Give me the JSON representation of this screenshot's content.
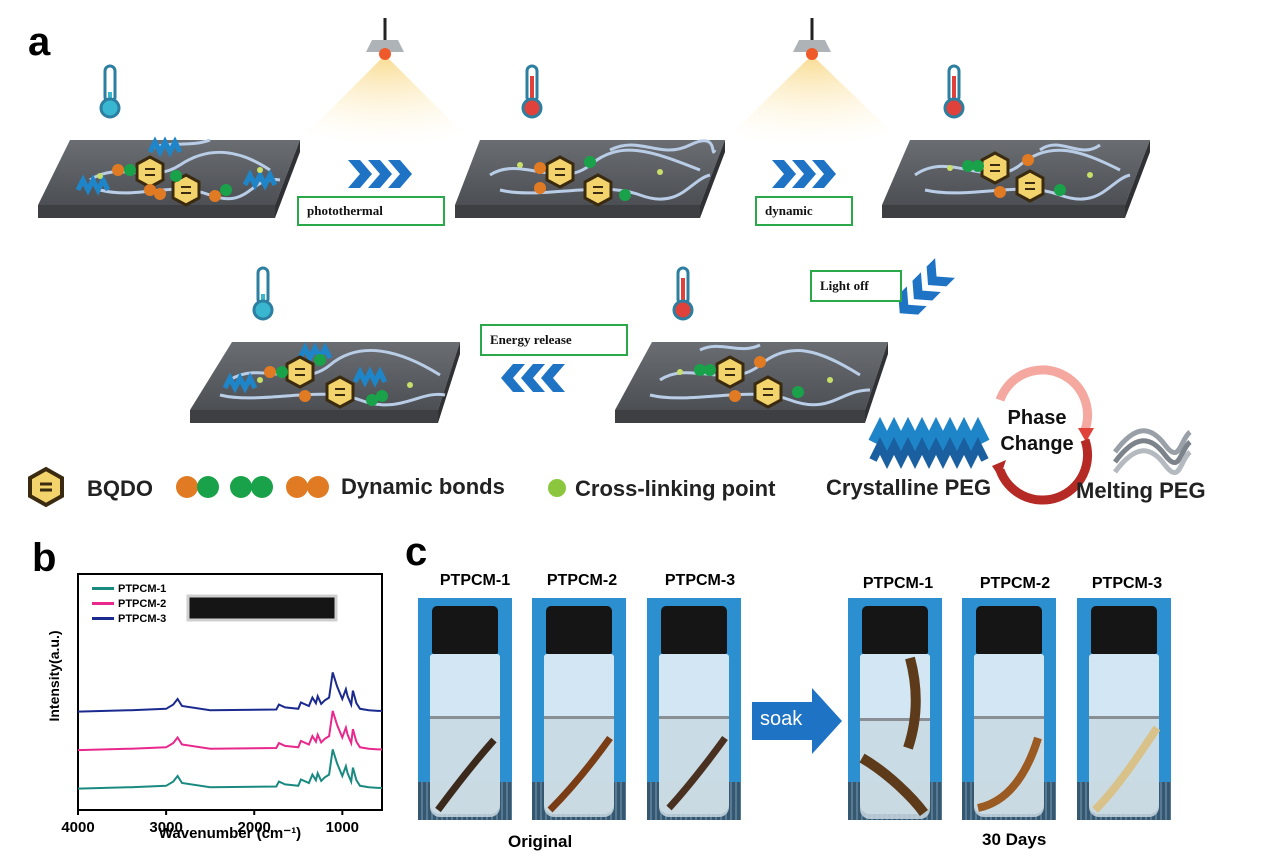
{
  "panels": {
    "a": "a",
    "b": "b",
    "c": "c"
  },
  "panel_a": {
    "steps": {
      "photothermal": "photothermal",
      "dynamic": "dynamic",
      "light_off": "Light off",
      "energy_release": "Energy release"
    },
    "legend": {
      "bqdo": "BQDO",
      "dynamic_bonds": "Dynamic bonds",
      "cross_linking": "Cross-linking point",
      "crystalline": "Crystalline PEG",
      "phase_change_1": "Phase",
      "phase_change_2": "Change",
      "melting": "Melting PEG"
    },
    "colors": {
      "slab": "#55585d",
      "chevron": "#1f73c4",
      "orange_bead": "#e07a23",
      "green_bead": "#1aa24a",
      "crosslink": "#c8e06a",
      "thermo_cold": "#3ab7d0",
      "thermo_hot": "#e0413a",
      "box_border": "#2aa84a"
    }
  },
  "chart_data": {
    "type": "line",
    "xlabel": "Wavenumber (cm⁻¹)",
    "ylabel": "Intensity(a.u.)",
    "xlim": [
      4000,
      550
    ],
    "x_reversed": true,
    "xticks": [
      "4000",
      "3000",
      "2000",
      "1000"
    ],
    "series": [
      {
        "name": "PTPCM-1",
        "color": "#1a8a80",
        "x": [
          4000,
          3400,
          3000,
          2920,
          2870,
          2820,
          2500,
          1750,
          1720,
          1650,
          1500,
          1470,
          1380,
          1340,
          1300,
          1280,
          1240,
          1200,
          1150,
          1110,
          1060,
          1000,
          960,
          940,
          900,
          880,
          840,
          800,
          700,
          600,
          550
        ],
        "y": [
          0.02,
          0.04,
          0.06,
          0.12,
          0.2,
          0.1,
          0.04,
          0.05,
          0.12,
          0.08,
          0.06,
          0.15,
          0.1,
          0.22,
          0.14,
          0.24,
          0.13,
          0.18,
          0.22,
          0.58,
          0.38,
          0.2,
          0.34,
          0.24,
          0.12,
          0.32,
          0.14,
          0.06,
          0.04,
          0.03,
          0.03
        ]
      },
      {
        "name": "PTPCM-2",
        "color": "#e8288c",
        "x": [
          4000,
          3400,
          3000,
          2920,
          2870,
          2820,
          2500,
          1750,
          1720,
          1650,
          1500,
          1470,
          1380,
          1340,
          1300,
          1280,
          1240,
          1200,
          1150,
          1110,
          1060,
          1000,
          960,
          940,
          900,
          880,
          840,
          800,
          700,
          600,
          550
        ],
        "y": [
          0.02,
          0.04,
          0.06,
          0.12,
          0.2,
          0.1,
          0.04,
          0.05,
          0.12,
          0.08,
          0.06,
          0.15,
          0.1,
          0.22,
          0.14,
          0.24,
          0.13,
          0.18,
          0.22,
          0.58,
          0.38,
          0.2,
          0.34,
          0.24,
          0.12,
          0.32,
          0.14,
          0.06,
          0.04,
          0.03,
          0.03
        ]
      },
      {
        "name": "PTPCM-3",
        "color": "#1b2a8f",
        "x": [
          4000,
          3400,
          3000,
          2920,
          2870,
          2820,
          2500,
          1750,
          1720,
          1650,
          1500,
          1470,
          1380,
          1340,
          1300,
          1280,
          1240,
          1200,
          1150,
          1110,
          1060,
          1000,
          960,
          940,
          900,
          880,
          840,
          800,
          700,
          600,
          550
        ],
        "y": [
          0.02,
          0.04,
          0.06,
          0.12,
          0.2,
          0.1,
          0.04,
          0.05,
          0.12,
          0.08,
          0.06,
          0.15,
          0.1,
          0.22,
          0.14,
          0.24,
          0.13,
          0.18,
          0.22,
          0.58,
          0.38,
          0.2,
          0.34,
          0.24,
          0.12,
          0.32,
          0.14,
          0.06,
          0.04,
          0.03,
          0.03
        ]
      }
    ],
    "offsets": [
      0,
      0.55,
      1.1
    ],
    "grid": false,
    "legend": "top-left"
  },
  "panel_c": {
    "original": [
      "PTPCM-1",
      "PTPCM-2",
      "PTPCM-3"
    ],
    "soaked": [
      "PTPCM-1",
      "PTPCM-2",
      "PTPCM-3"
    ],
    "arrow_text": "soak",
    "caption_original": "Original",
    "caption_soaked": "30 Days",
    "strip_colors_original": [
      "#3b2a1c",
      "#7a3c14",
      "#4a3020"
    ],
    "strip_colors_soaked": [
      "#5c3a1a",
      "#9a5a22",
      "#d9c28a"
    ]
  }
}
